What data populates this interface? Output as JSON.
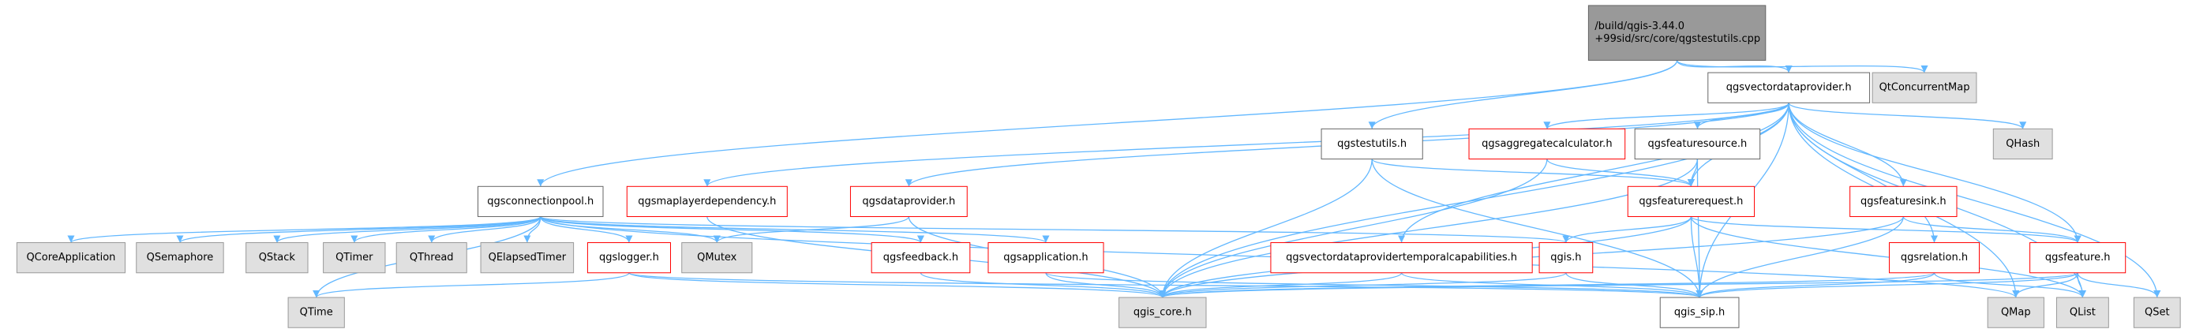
{
  "graph": {
    "root": "root",
    "nodes": [
      {
        "id": "root",
        "label": [
          "/build/qgis-3.44.0",
          "+99sid/src/core/qgstestutils.cpp"
        ],
        "style": "root"
      },
      {
        "id": "vdp",
        "label": [
          "qgsvectordataprovider.h"
        ],
        "style": "normal"
      },
      {
        "id": "qtcm",
        "label": [
          "QtConcurrentMap"
        ],
        "style": "external"
      },
      {
        "id": "testutils",
        "label": [
          "qgstestutils.h"
        ],
        "style": "normal"
      },
      {
        "id": "aggcalc",
        "label": [
          "qgsaggregatecalculator.h"
        ],
        "style": "truncated"
      },
      {
        "id": "featsrc",
        "label": [
          "qgsfeaturesource.h"
        ],
        "style": "normal"
      },
      {
        "id": "qhash",
        "label": [
          "QHash"
        ],
        "style": "external"
      },
      {
        "id": "connpool",
        "label": [
          "qgsconnectionpool.h"
        ],
        "style": "normal"
      },
      {
        "id": "mld",
        "label": [
          "qgsmaplayerdependency.h"
        ],
        "style": "truncated"
      },
      {
        "id": "dp",
        "label": [
          "qgsdataprovider.h"
        ],
        "style": "truncated"
      },
      {
        "id": "featreq",
        "label": [
          "qgsfeaturerequest.h"
        ],
        "style": "truncated"
      },
      {
        "id": "featsink",
        "label": [
          "qgsfeaturesink.h"
        ],
        "style": "truncated"
      },
      {
        "id": "qcoreapp",
        "label": [
          "QCoreApplication"
        ],
        "style": "external"
      },
      {
        "id": "qsem",
        "label": [
          "QSemaphore"
        ],
        "style": "external"
      },
      {
        "id": "qstack",
        "label": [
          "QStack"
        ],
        "style": "external"
      },
      {
        "id": "qtimer",
        "label": [
          "QTimer"
        ],
        "style": "external"
      },
      {
        "id": "qthread",
        "label": [
          "QThread"
        ],
        "style": "external"
      },
      {
        "id": "qelapsed",
        "label": [
          "QElapsedTimer"
        ],
        "style": "external"
      },
      {
        "id": "logger",
        "label": [
          "qgslogger.h"
        ],
        "style": "truncated"
      },
      {
        "id": "qmutex",
        "label": [
          "QMutex"
        ],
        "style": "external"
      },
      {
        "id": "feedback",
        "label": [
          "qgsfeedback.h"
        ],
        "style": "truncated"
      },
      {
        "id": "application",
        "label": [
          "qgsapplication.h"
        ],
        "style": "truncated"
      },
      {
        "id": "vdtc",
        "label": [
          "qgsvectordataprovidertemporalcapabilities.h"
        ],
        "style": "truncated"
      },
      {
        "id": "qgish",
        "label": [
          "qgis.h"
        ],
        "style": "truncated"
      },
      {
        "id": "relation",
        "label": [
          "qgsrelation.h"
        ],
        "style": "truncated"
      },
      {
        "id": "feature",
        "label": [
          "qgsfeature.h"
        ],
        "style": "truncated"
      },
      {
        "id": "qtime",
        "label": [
          "QTime"
        ],
        "style": "external"
      },
      {
        "id": "core",
        "label": [
          "qgis_core.h"
        ],
        "style": "external"
      },
      {
        "id": "sip",
        "label": [
          "qgis_sip.h"
        ],
        "style": "normal"
      },
      {
        "id": "qmap",
        "label": [
          "QMap"
        ],
        "style": "external"
      },
      {
        "id": "qlist",
        "label": [
          "QList"
        ],
        "style": "external"
      },
      {
        "id": "qset",
        "label": [
          "QSet"
        ],
        "style": "external"
      }
    ],
    "edges": [
      [
        "root",
        "vdp"
      ],
      [
        "root",
        "qtcm"
      ],
      [
        "root",
        "testutils"
      ],
      [
        "root",
        "connpool"
      ],
      [
        "vdp",
        "aggcalc"
      ],
      [
        "vdp",
        "featsrc"
      ],
      [
        "vdp",
        "qhash"
      ],
      [
        "vdp",
        "mld"
      ],
      [
        "vdp",
        "dp"
      ],
      [
        "vdp",
        "featreq"
      ],
      [
        "vdp",
        "featsink"
      ],
      [
        "vdp",
        "vdtc"
      ],
      [
        "vdp",
        "relation"
      ],
      [
        "vdp",
        "feature"
      ],
      [
        "vdp",
        "core"
      ],
      [
        "vdp",
        "sip"
      ],
      [
        "vdp",
        "qmap"
      ],
      [
        "vdp",
        "qlist"
      ],
      [
        "vdp",
        "qset"
      ],
      [
        "testutils",
        "featreq"
      ],
      [
        "testutils",
        "core"
      ],
      [
        "testutils",
        "sip"
      ],
      [
        "aggcalc",
        "featreq"
      ],
      [
        "aggcalc",
        "core"
      ],
      [
        "featsrc",
        "featreq"
      ],
      [
        "featsrc",
        "sip"
      ],
      [
        "featsrc",
        "core"
      ],
      [
        "connpool",
        "qcoreapp"
      ],
      [
        "connpool",
        "qsem"
      ],
      [
        "connpool",
        "qstack"
      ],
      [
        "connpool",
        "qtimer"
      ],
      [
        "connpool",
        "qthread"
      ],
      [
        "connpool",
        "qelapsed"
      ],
      [
        "connpool",
        "logger"
      ],
      [
        "connpool",
        "qmutex"
      ],
      [
        "connpool",
        "feedback"
      ],
      [
        "connpool",
        "application"
      ],
      [
        "connpool",
        "qgish"
      ],
      [
        "connpool",
        "qmap"
      ],
      [
        "connpool",
        "qtime"
      ],
      [
        "mld",
        "core"
      ],
      [
        "dp",
        "qmutex"
      ],
      [
        "dp",
        "core"
      ],
      [
        "featreq",
        "qgish"
      ],
      [
        "featreq",
        "sip"
      ],
      [
        "featreq",
        "core"
      ],
      [
        "featreq",
        "feature"
      ],
      [
        "featreq",
        "qlist"
      ],
      [
        "featsink",
        "feature"
      ],
      [
        "featsink",
        "sip"
      ],
      [
        "featsink",
        "core"
      ],
      [
        "logger",
        "qtime"
      ],
      [
        "logger",
        "core"
      ],
      [
        "logger",
        "sip"
      ],
      [
        "feedback",
        "core"
      ],
      [
        "application",
        "core"
      ],
      [
        "application",
        "sip"
      ],
      [
        "vdtc",
        "core"
      ],
      [
        "vdtc",
        "sip"
      ],
      [
        "qgish",
        "core"
      ],
      [
        "qgish",
        "sip"
      ],
      [
        "relation",
        "core"
      ],
      [
        "relation",
        "sip"
      ],
      [
        "relation",
        "qlist"
      ],
      [
        "feature",
        "core"
      ],
      [
        "feature",
        "sip"
      ],
      [
        "feature",
        "qmap"
      ],
      [
        "feature",
        "qlist"
      ],
      [
        "feature",
        "qset"
      ]
    ],
    "colors": {
      "root_fill": "#999999",
      "root_stroke": "#666666",
      "normal_fill": "#ffffff",
      "normal_stroke": "#666666",
      "truncated_fill": "#ffffff",
      "truncated_stroke": "#ff0000",
      "external_fill": "#e0e0e0",
      "external_stroke": "#999999",
      "edge": "#63b8ff",
      "text": "#000000"
    }
  }
}
